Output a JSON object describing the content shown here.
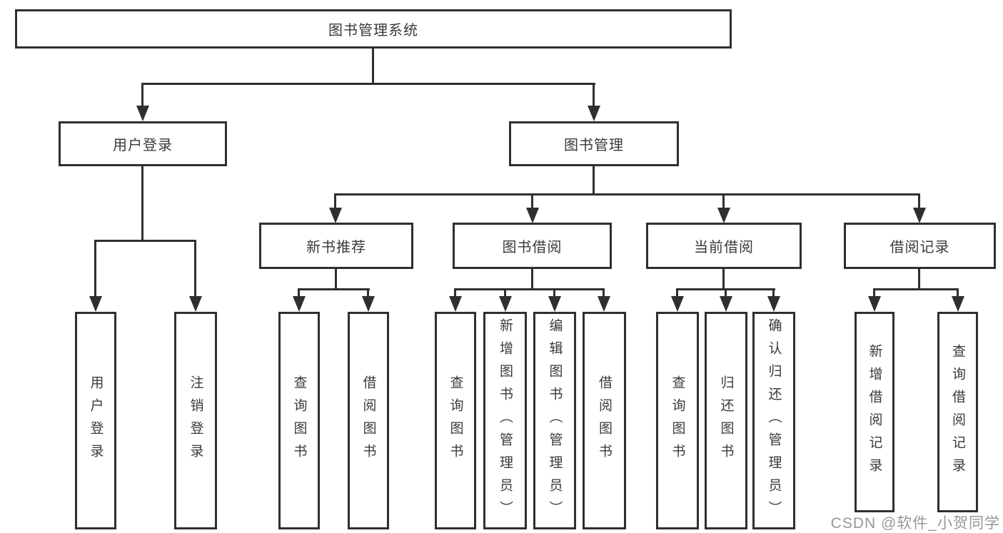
{
  "diagram_title": "图书管理系统",
  "nodes": {
    "root": {
      "label": "图书管理系统"
    },
    "level2": [
      {
        "label": "用户登录"
      },
      {
        "label": "图书管理"
      }
    ],
    "level3": [
      {
        "label": "新书推荐",
        "parent": "图书管理"
      },
      {
        "label": "图书借阅",
        "parent": "图书管理"
      },
      {
        "label": "当前借阅",
        "parent": "图书管理"
      },
      {
        "label": "借阅记录",
        "parent": "图书管理"
      }
    ],
    "leaves": [
      {
        "label": "用户登录",
        "parent": "用户登录"
      },
      {
        "label": "注销登录",
        "parent": "用户登录"
      },
      {
        "label": "查询图书",
        "parent": "新书推荐"
      },
      {
        "label": "借阅图书",
        "parent": "新书推荐"
      },
      {
        "label": "查询图书",
        "parent": "图书借阅"
      },
      {
        "label": "新增图书（管理员）",
        "parent": "图书借阅"
      },
      {
        "label": "编辑图书（管理员）",
        "parent": "图书借阅"
      },
      {
        "label": "借阅图书",
        "parent": "图书借阅"
      },
      {
        "label": "查询图书",
        "parent": "当前借阅"
      },
      {
        "label": "归还图书",
        "parent": "当前借阅"
      },
      {
        "label": "确认归还（管理员）",
        "parent": "当前借阅"
      },
      {
        "label": "新增借阅记录",
        "parent": "借阅记录"
      },
      {
        "label": "查询借阅记录",
        "parent": "借阅记录"
      }
    ]
  },
  "watermark": {
    "text": "CSDN @软件_小贺同学"
  },
  "colors": {
    "line": "#2f2f2f",
    "box_border": "#2f2f2f",
    "text": "#3a3a3a",
    "watermark": "#979797",
    "background": "#ffffff"
  }
}
